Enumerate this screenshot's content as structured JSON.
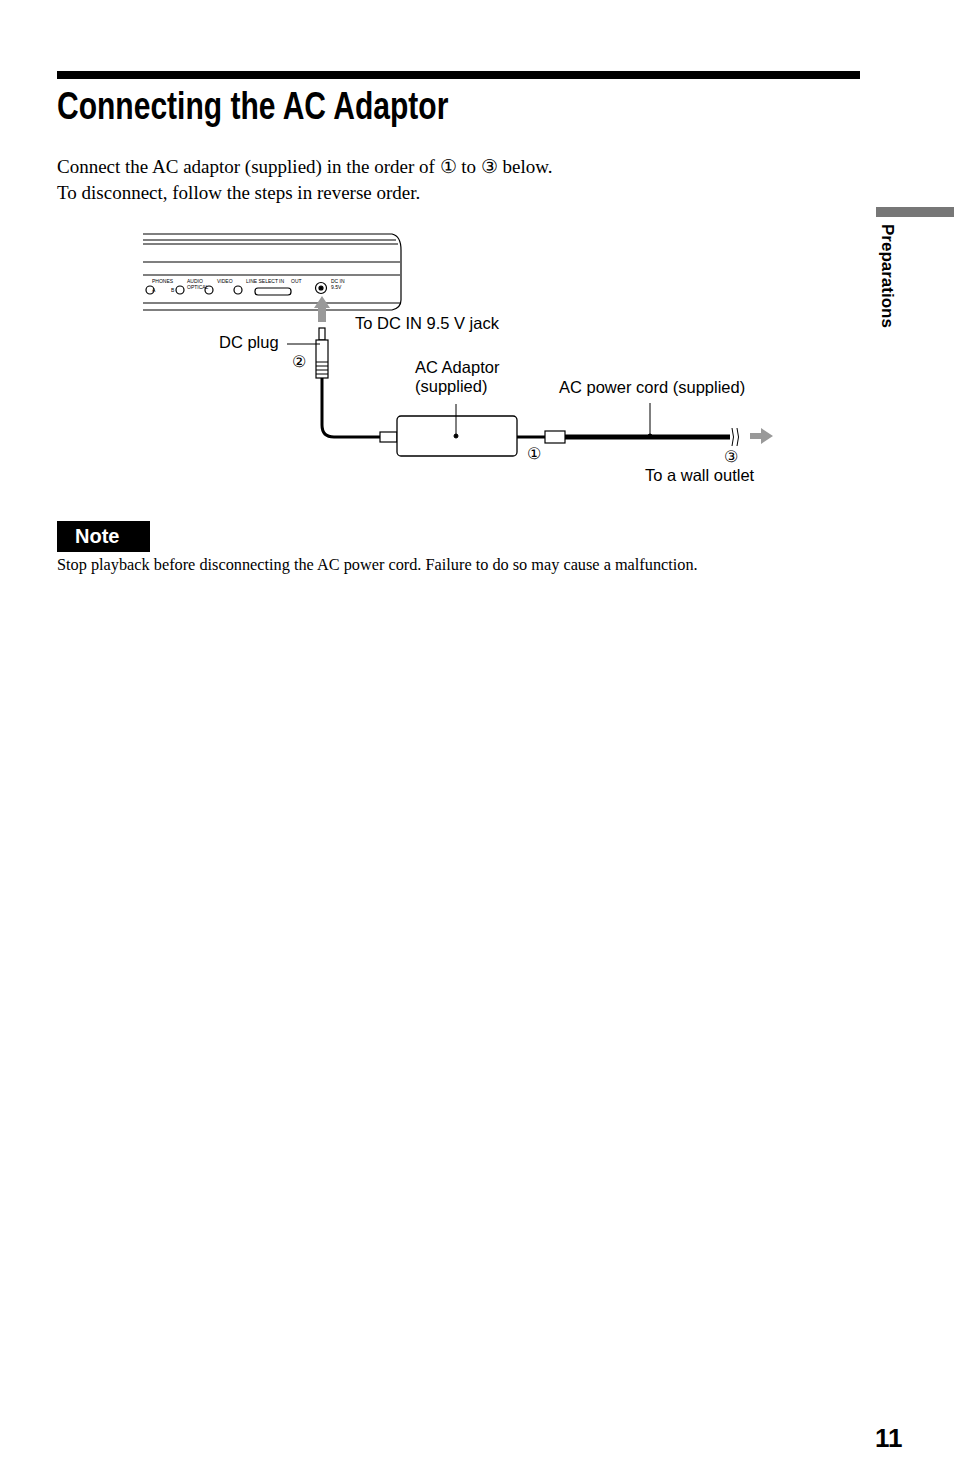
{
  "diagram": {
    "title": "Connecting the AC Adaptor",
    "nodes": [
      {
        "text": [
          "Note"
        ]
      }
    ],
    "labels": [
      "Connect the AC adaptor (supplied) in the order of ① to ③ below.",
      "To disconnect, follow the steps in reverse order.",
      "To DC IN 9.5 V jack",
      "DC plug",
      "②",
      "AC Adaptor (supplied)",
      "AC power cord (supplied)",
      "①",
      "③",
      "To a wall outlet",
      "Stop playback before disconnecting the AC power cord. Failure to do so may cause a malfunction.",
      "Preparations",
      "11",
      "PHONES",
      "A",
      "B",
      "AUDIO",
      "OPTICAL",
      "VIDEO",
      "LINE SELECT",
      "IN",
      "OUT",
      "DC IN",
      "9.5V"
    ]
  }
}
